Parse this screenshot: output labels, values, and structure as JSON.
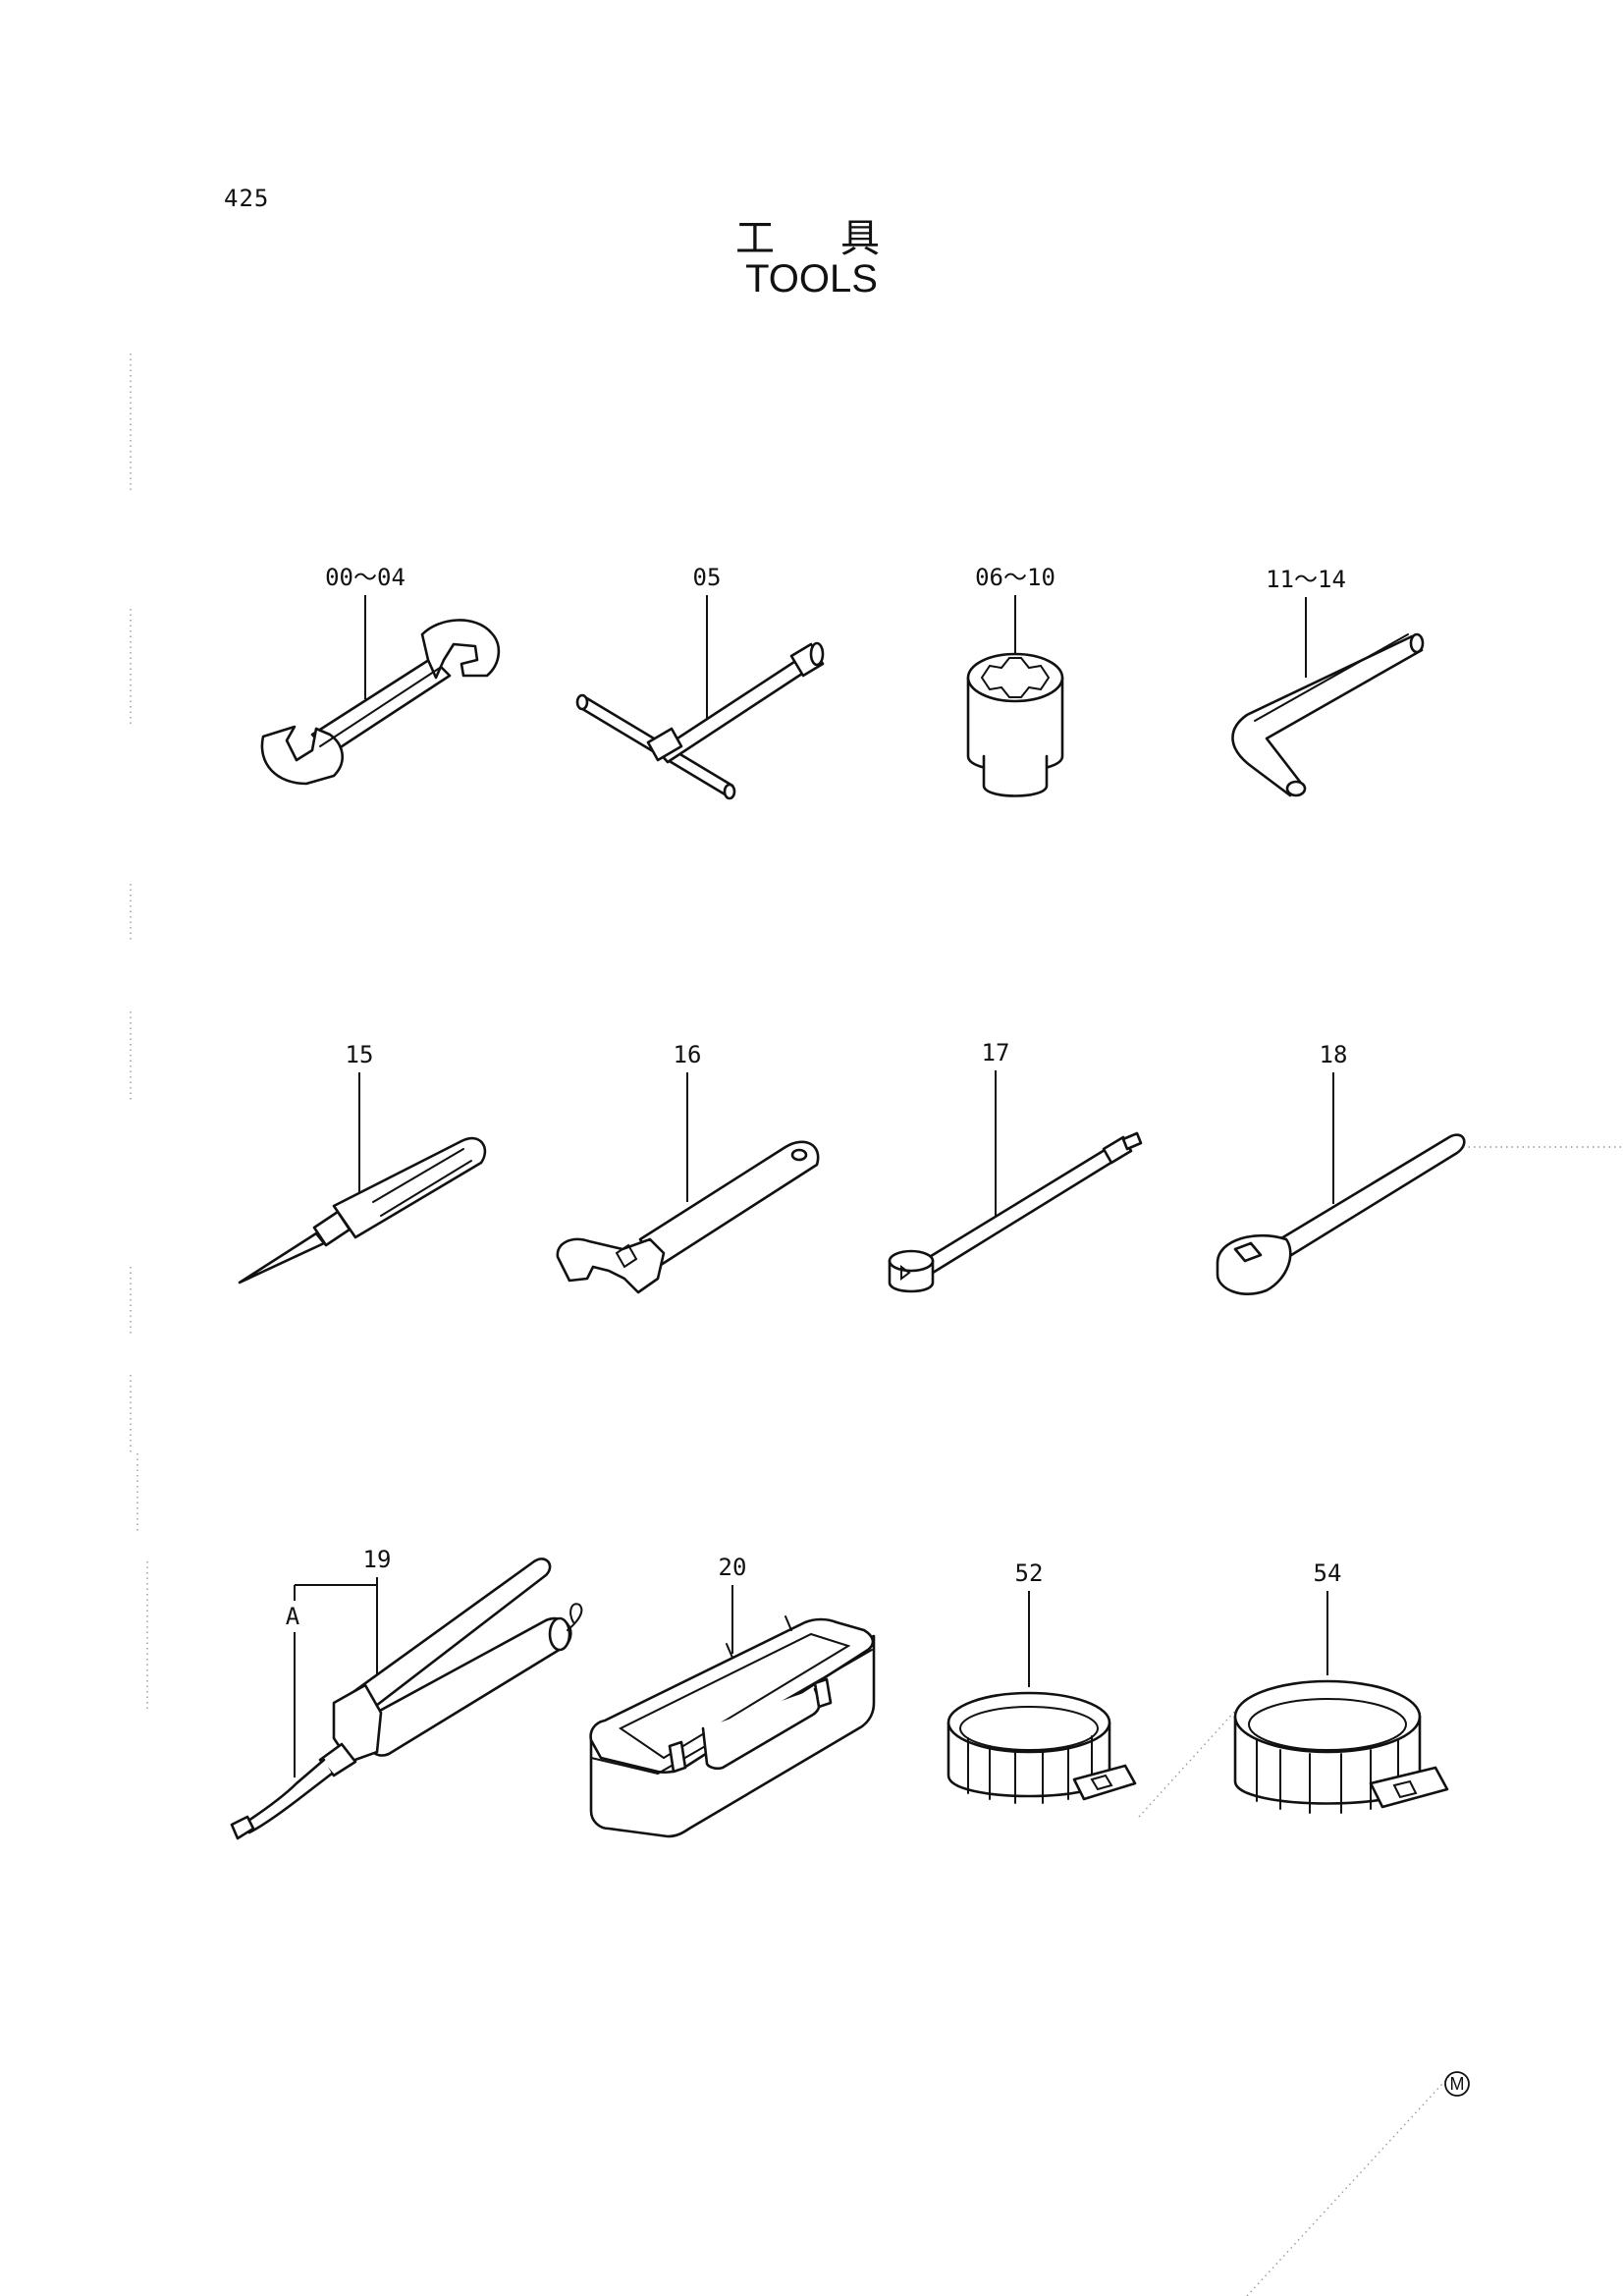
{
  "page_number": "425",
  "title_jp": "工 具",
  "title_en": "TOOLS",
  "callouts": [
    {
      "label": "00～04",
      "icon": "open-end-wrench-icon"
    },
    {
      "label": "05",
      "icon": "t-handle-socket-wrench-icon"
    },
    {
      "label": "06～10",
      "icon": "socket-icon"
    },
    {
      "label": "11～14",
      "icon": "hex-key-icon"
    },
    {
      "label": "15",
      "icon": "screwdriver-icon"
    },
    {
      "label": "16",
      "icon": "adjustable-wrench-icon"
    },
    {
      "label": "17",
      "icon": "extension-bar-icon"
    },
    {
      "label": "18",
      "icon": "ratchet-handle-icon"
    },
    {
      "label": "19",
      "icon": "grease-gun-icon"
    },
    {
      "label": "20",
      "icon": "tool-box-icon"
    },
    {
      "label": "52",
      "icon": "filter-wrench-small-icon"
    },
    {
      "label": "54",
      "icon": "filter-wrench-large-icon"
    }
  ],
  "sub_label_a": "A",
  "corner_mark": "M"
}
